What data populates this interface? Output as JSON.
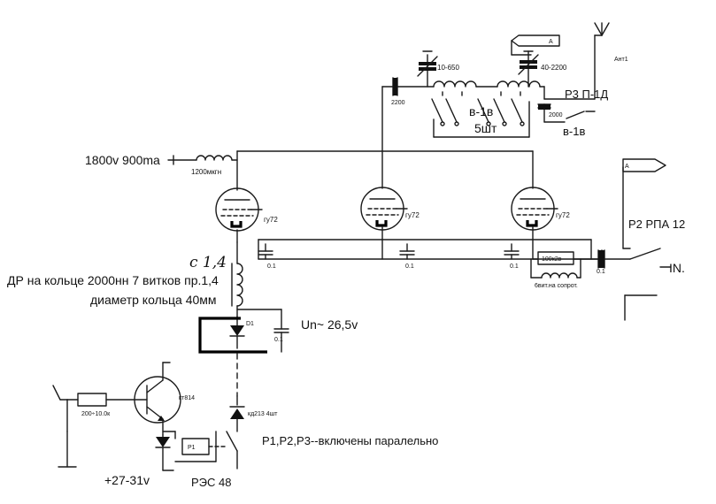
{
  "labels": {
    "hv_supply": "1800v 900ma",
    "choke_value": "1200мкгн",
    "tube_type": "гу72",
    "cap_01": "0.1",
    "cap_2200": "2200",
    "var_cap_1": "10-650",
    "var_cap_2": "40-2200",
    "switch_in": "в-1в",
    "switch_count": "5шт",
    "relay_p3": "Р3 П-1Д",
    "cap_2000": "2000",
    "switch_p3": "в-1в",
    "antenna": "Ант1",
    "connector_a": "A",
    "relay_p2": "Р2 РПА 12",
    "input": "IN.",
    "resistor_100k": "100к2в",
    "winding_note": "6вит.на сопрот.",
    "handwritten": "с 1,4",
    "choke_note": "ДР на кольце 2000нн 7 витков пр.1,4",
    "ring_diameter": "диаметр кольца 40мм",
    "voltage": "Un~ 26,5v",
    "diode_d1": "D1",
    "diode_kd213": "кд213 4шт",
    "transistor": "кт814",
    "resistor_bias": "200÷10.0к",
    "relay_p1": "Р1",
    "relay_note": "Р1,Р2,Р3--включены паралельно",
    "supply_low": "+27-31v",
    "relay_type": "РЭС 48"
  },
  "icons": {
    "tube": "vacuum-tube-triode-icon",
    "antenna": "antenna-icon",
    "ground": "ground-icon"
  }
}
